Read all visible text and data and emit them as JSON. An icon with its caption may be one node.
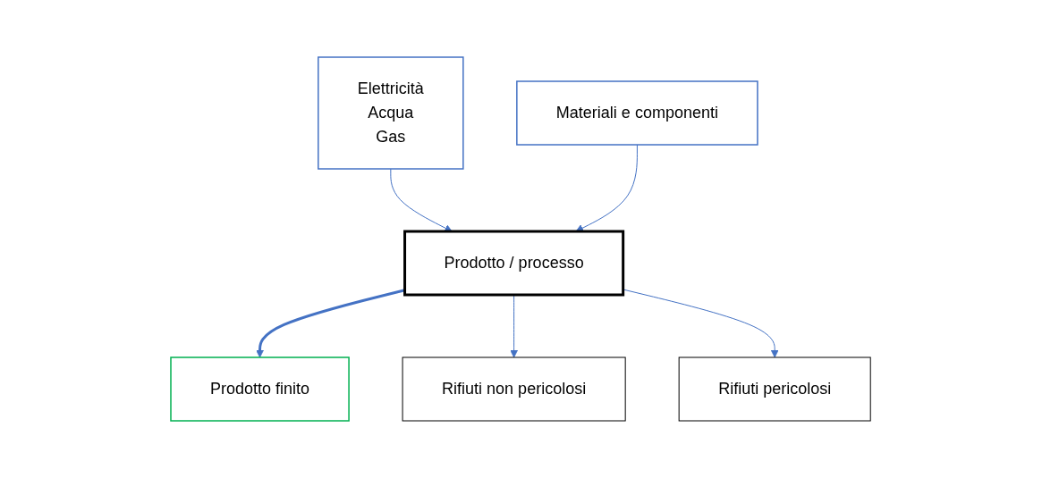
{
  "diagram": {
    "nodes": [
      {
        "text": [
          "Elettricità",
          "Acqua",
          "Gas"
        ]
      },
      {
        "text": [
          "Materiali e componenti"
        ]
      },
      {
        "text": [
          "Prodotto / processo"
        ]
      },
      {
        "text": [
          "Prodotto finito"
        ]
      },
      {
        "text": [
          "Rifiuti non pericolosi"
        ]
      },
      {
        "text": [
          "Rifiuti pericolosi"
        ]
      }
    ],
    "edges": [
      {
        "from": 0,
        "to": 2,
        "arrow": "to"
      },
      {
        "from": 1,
        "to": 2,
        "arrow": "to"
      },
      {
        "from": 2,
        "to": 3,
        "arrow": "to",
        "style": "thick"
      },
      {
        "from": 2,
        "to": 4,
        "arrow": "to"
      },
      {
        "from": 2,
        "to": 5,
        "arrow": "to"
      }
    ]
  }
}
